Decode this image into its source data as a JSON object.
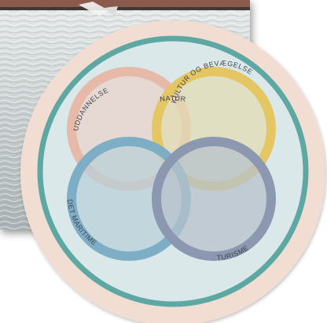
{
  "diagram": {
    "outer_label": "NATUR",
    "circles": [
      {
        "id": "uddannelse",
        "label": "UDDANNELSE",
        "stroke": "#e6b9a8",
        "fill": "#e9d4cb"
      },
      {
        "id": "kultur",
        "label": "KULTUR OG BEVÆGELSE",
        "stroke": "#e4c763",
        "fill": "#e2dcb4"
      },
      {
        "id": "maritime",
        "label": "DET MARITIME",
        "stroke": "#7eaec6",
        "fill": "#b9d0d8"
      },
      {
        "id": "turisme",
        "label": "TURISME",
        "stroke": "#8b98b0",
        "fill": "#b7c1cb"
      }
    ]
  },
  "colors": {
    "outer_disc": "#f2ddd2",
    "natur_ring": "#5ea8a4",
    "inner_disc": "#dbe8ea",
    "label_text": "#3d4450"
  }
}
